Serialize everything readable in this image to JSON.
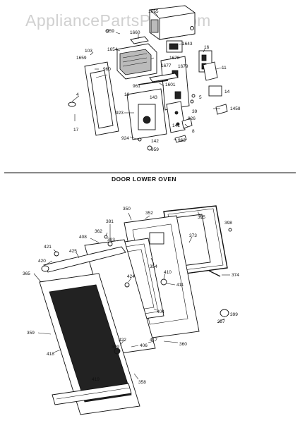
{
  "watermark": "AppliancePartsPros.com",
  "section_caption": "DOOR LOWER OVEN",
  "top_labels": [
    "1655",
    "959",
    "1660",
    "1643",
    "16",
    "103",
    "1654",
    "1678",
    "1659",
    "960",
    "1677",
    "1679",
    "11",
    "961",
    "1601",
    "5",
    "4",
    "18",
    "143",
    "39",
    "14",
    "1458",
    "923",
    "826",
    "17",
    "141",
    "924",
    "142",
    "963",
    "959",
    "8"
  ],
  "bottom_labels": [
    "350",
    "352",
    "355",
    "381",
    "398",
    "362",
    "373",
    "408",
    "393",
    "421",
    "354",
    "420",
    "425",
    "410",
    "411",
    "374",
    "365",
    "424",
    "404",
    "399",
    "357",
    "359",
    "417",
    "422",
    "399",
    "406",
    "360",
    "418",
    "419",
    "358"
  ]
}
